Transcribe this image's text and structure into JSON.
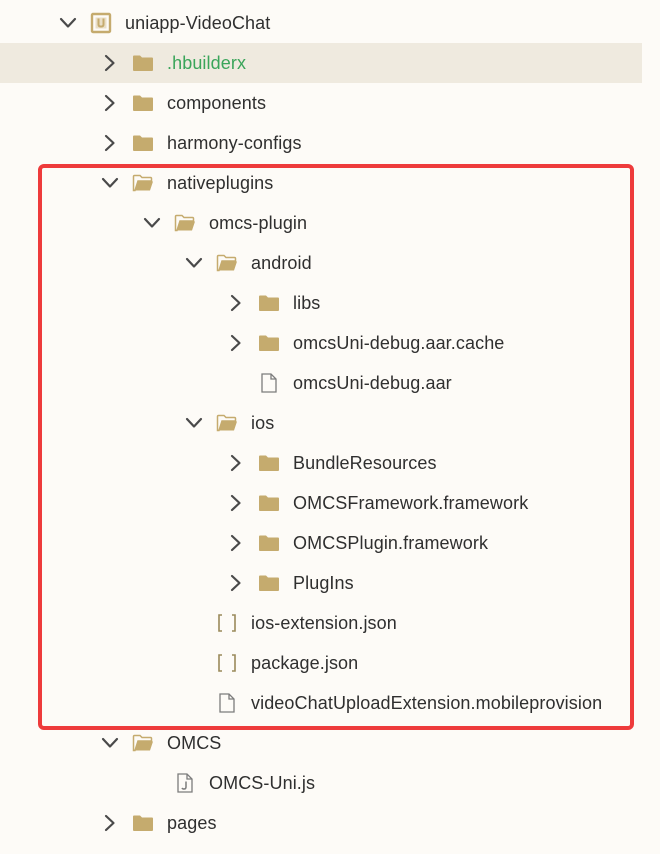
{
  "colors": {
    "folder": "#c5ab6e",
    "chevron": "#4a4a4a",
    "selected_bg": "#efeadf",
    "green_text": "#3aa55a",
    "highlight_border": "#ee3b3b"
  },
  "tree": [
    {
      "label": "uniapp-VideoChat",
      "depth": 0,
      "state": "expanded",
      "icon": "project-icon"
    },
    {
      "label": ".hbuilderx",
      "depth": 1,
      "state": "collapsed",
      "icon": "folder-icon",
      "selected": true,
      "green": true
    },
    {
      "label": "components",
      "depth": 1,
      "state": "collapsed",
      "icon": "folder-icon"
    },
    {
      "label": "harmony-configs",
      "depth": 1,
      "state": "collapsed",
      "icon": "folder-icon"
    },
    {
      "label": "nativeplugins",
      "depth": 1,
      "state": "expanded",
      "icon": "folder-open-icon"
    },
    {
      "label": "omcs-plugin",
      "depth": 2,
      "state": "expanded",
      "icon": "folder-open-icon"
    },
    {
      "label": "android",
      "depth": 3,
      "state": "expanded",
      "icon": "folder-open-icon"
    },
    {
      "label": "libs",
      "depth": 4,
      "state": "collapsed",
      "icon": "folder-icon"
    },
    {
      "label": "omcsUni-debug.aar.cache",
      "depth": 4,
      "state": "collapsed",
      "icon": "folder-icon"
    },
    {
      "label": "omcsUni-debug.aar",
      "depth": 4,
      "state": "none",
      "icon": "file-icon"
    },
    {
      "label": "ios",
      "depth": 3,
      "state": "expanded",
      "icon": "folder-open-icon"
    },
    {
      "label": "BundleResources",
      "depth": 4,
      "state": "collapsed",
      "icon": "folder-icon"
    },
    {
      "label": "OMCSFramework.framework",
      "depth": 4,
      "state": "collapsed",
      "icon": "folder-icon"
    },
    {
      "label": "OMCSPlugin.framework",
      "depth": 4,
      "state": "collapsed",
      "icon": "folder-icon"
    },
    {
      "label": "PlugIns",
      "depth": 4,
      "state": "collapsed",
      "icon": "folder-icon"
    },
    {
      "label": "ios-extension.json",
      "depth": 3,
      "state": "none",
      "icon": "json-file-icon"
    },
    {
      "label": "package.json",
      "depth": 3,
      "state": "none",
      "icon": "json-file-icon"
    },
    {
      "label": "videoChatUploadExtension.mobileprovision",
      "depth": 3,
      "state": "none",
      "icon": "file-icon"
    },
    {
      "label": "OMCS",
      "depth": 1,
      "state": "expanded",
      "icon": "folder-open-icon"
    },
    {
      "label": "OMCS-Uni.js",
      "depth": 2,
      "state": "none",
      "icon": "js-file-icon"
    },
    {
      "label": "pages",
      "depth": 1,
      "state": "collapsed",
      "icon": "folder-icon"
    }
  ]
}
